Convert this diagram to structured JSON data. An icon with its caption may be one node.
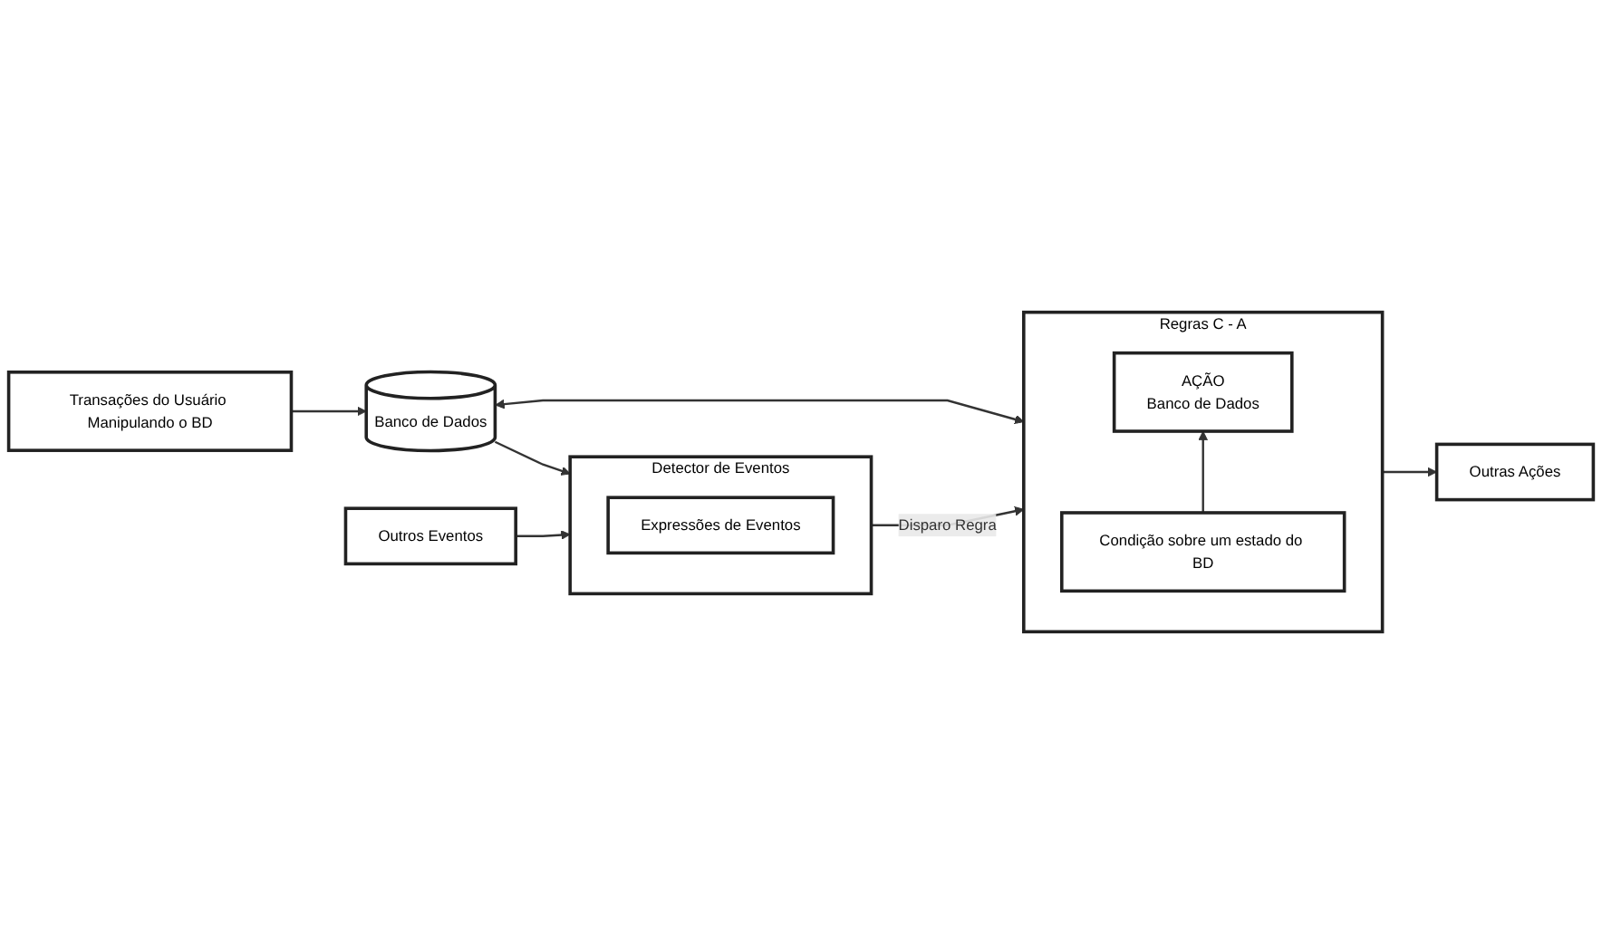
{
  "diagram": {
    "nodes": [
      {
        "text": [
          "Regras C - A"
        ]
      },
      {
        "text": [
          "AÇÃO",
          "Banco de Dados"
        ],
        "in": 0
      },
      {
        "text": [
          "Condição sobre um estado do BD"
        ],
        "in": 0
      },
      {
        "text": [
          "Transações do Usuário Manipulando o BD"
        ]
      },
      {
        "text": [
          "Banco de Dados"
        ]
      },
      {
        "text": [
          "Outras Ações"
        ]
      },
      {
        "text": [
          "Detector de Eventos"
        ]
      },
      {
        "text": [
          "Expressões de Eventos"
        ],
        "in": 6
      },
      {
        "text": [
          "Outros Eventos"
        ]
      }
    ],
    "edges": [
      {
        "from": 3,
        "to": 4,
        "arrow": "to"
      },
      {
        "from": 4,
        "to": 0,
        "arrow": "both"
      },
      {
        "from": 2,
        "to": 1,
        "arrow": "to"
      },
      {
        "from": 0,
        "to": 5,
        "arrow": "to"
      },
      {
        "from": 4,
        "to": 6,
        "arrow": "to"
      },
      {
        "from": 6,
        "to": 0,
        "label": "Disparo Regra",
        "arrow": "to"
      },
      {
        "from": 8,
        "to": 6,
        "arrow": "to"
      }
    ]
  }
}
